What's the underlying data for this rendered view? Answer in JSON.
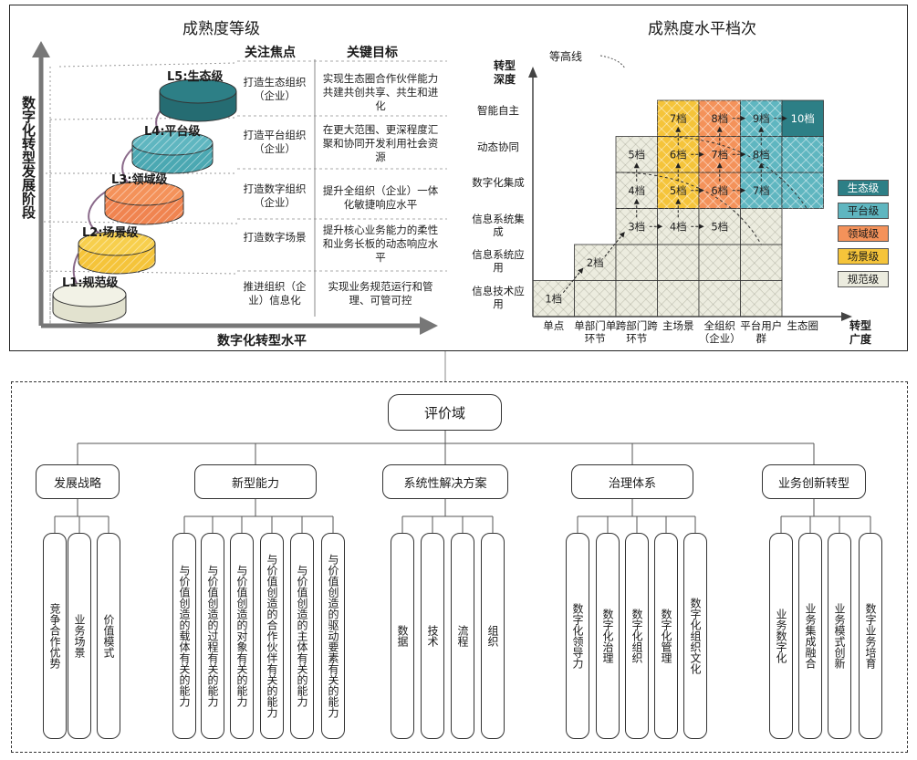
{
  "left_diagram": {
    "title": "成熟度等级",
    "y_axis_label": "数字化转型发展阶段",
    "x_axis_label": "数字化转型水平",
    "col_focus_header": "关注焦点",
    "col_goal_header": "关键目标",
    "levels": [
      {
        "label": "L5:生态级",
        "focus": "打造生态组织（企业）",
        "goal": "实现生态圈合作伙伴能力共建共创共享、共生和进化"
      },
      {
        "label": "L4:平台级",
        "focus": "打造平台组织（企业）",
        "goal": "在更大范围、更深程度汇聚和协同开发利用社会资源"
      },
      {
        "label": "L3:领域级",
        "focus": "打造数字组织（企业）",
        "goal": "提升全组织（企业）一体化敏捷响应水平"
      },
      {
        "label": "L2:场景级",
        "focus": "打造数字场景",
        "goal": "提升核心业务能力的柔性和业务长板的动态响应水平"
      },
      {
        "label": "L1:规范级",
        "focus": "推进组织（企业）信息化",
        "goal": "实现业务规范运行和管理、可管可控"
      }
    ],
    "level_colors": [
      "#2d7f86",
      "#5fb6c0",
      "#f4925a",
      "#f5c43a",
      "#ececdf"
    ]
  },
  "right_diagram": {
    "title": "成熟度水平档次",
    "contour_label": "等高线",
    "y_axis_title": "转型深度",
    "x_axis_title": "转型广度",
    "y_categories": [
      "智能自主",
      "动态协同",
      "数字化集成",
      "信息系统集成",
      "信息系统应用",
      "信息技术应用"
    ],
    "x_categories": [
      "单点",
      "单部门单环节",
      "跨部门跨环节",
      "主场景",
      "全组织（企业）",
      "平台用户群",
      "生态圈"
    ],
    "grades": [
      "1档",
      "2档",
      "3档",
      "4档",
      "5档",
      "6档",
      "7档",
      "8档",
      "9档",
      "10档"
    ],
    "legend": [
      {
        "label": "生态级",
        "color": "#2d7f86"
      },
      {
        "label": "平台级",
        "color": "#5fb6c0"
      },
      {
        "label": "领域级",
        "color": "#f4925a"
      },
      {
        "label": "场景级",
        "color": "#f5c43a"
      },
      {
        "label": "规范级",
        "color": "#ececdf"
      }
    ]
  },
  "tree": {
    "root": "评价域",
    "domains": [
      {
        "label": "发展战略",
        "children": [
          "竞争合作优势",
          "业务场景",
          "价值模式"
        ]
      },
      {
        "label": "新型能力",
        "children": [
          "与价值创造的载体有关的能力",
          "与价值创造的过程有关的能力",
          "与价值创造的对象有关的能力",
          "与价值创造的合作伙伴有关的能力",
          "与价值创造的主体有关的能力",
          "与价值创造的驱动要素有关的能力"
        ]
      },
      {
        "label": "系统性解决方案",
        "children": [
          "数据",
          "技术",
          "流程",
          "组织"
        ]
      },
      {
        "label": "治理体系",
        "children": [
          "数字化领导力",
          "数字化治理",
          "数字化组织",
          "数字化管理",
          "数字化组织文化"
        ]
      },
      {
        "label": "业务创新转型",
        "children": [
          "业务数字化",
          "业务集成融合",
          "业务模式创新",
          "数字业务培育"
        ]
      }
    ]
  }
}
